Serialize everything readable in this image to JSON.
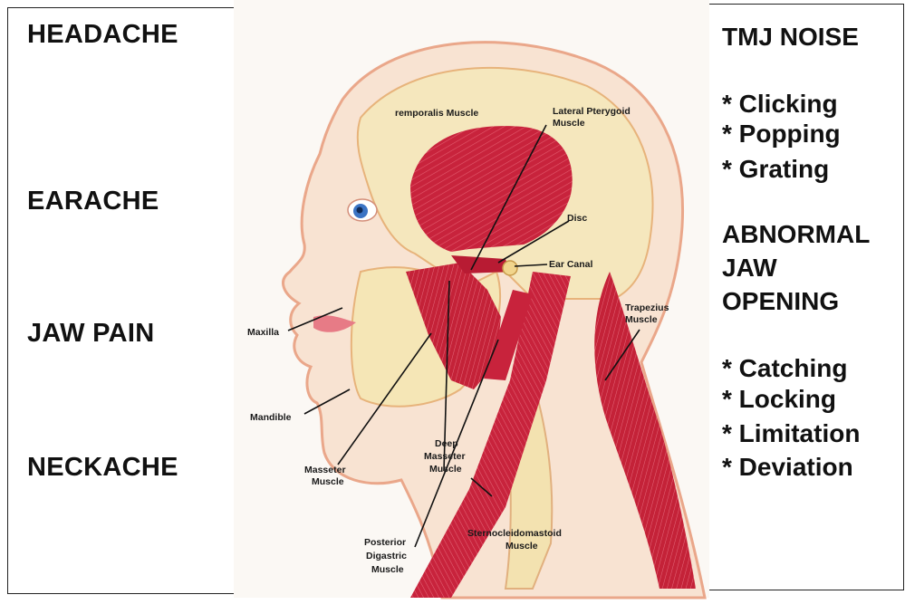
{
  "symptoms": {
    "headache": "HEADACHE",
    "earache": "EARACHE",
    "jaw_pain": "JAW PAIN",
    "neckache": "NECKACHE"
  },
  "signs": {
    "noise_title": "TMJ NOISE",
    "noise_items": [
      "* Clicking",
      "* Popping",
      "* Grating"
    ],
    "opening_title_lines": [
      "ABNORMAL",
      "JAW",
      "OPENING"
    ],
    "opening_items": [
      "* Catching",
      "* Locking",
      "* Limitation",
      "* Deviation"
    ]
  },
  "anatomy_labels": {
    "temporalis": "remporalis Muscle",
    "lateral_pterygoid_1": "Lateral Pterygoid",
    "lateral_pterygoid_2": "Muscle",
    "disc": "Disc",
    "ear_canal": "Ear Canal",
    "trapezius_1": "Trapezius",
    "trapezius_2": "Muscle",
    "maxilla": "Maxilla",
    "mandible": "Mandible",
    "masseter_1": "Masseter",
    "masseter_2": "Muscle",
    "deep_masseter_1": "Deep",
    "deep_masseter_2": "Masseter",
    "deep_masseter_3": "Muscle",
    "posterior_digastric_1": "Posterior",
    "posterior_digastric_2": "Digastric",
    "posterior_digastric_3": "Muscle",
    "sternocleidomastoid_1": "Sternocleidomastoid",
    "sternocleidomastoid_2": "Muscle"
  },
  "colors": {
    "muscle": "#c8233c",
    "skin": "#f6dcc4",
    "bone": "#f3e2b0",
    "outline": "#e9a07f"
  }
}
